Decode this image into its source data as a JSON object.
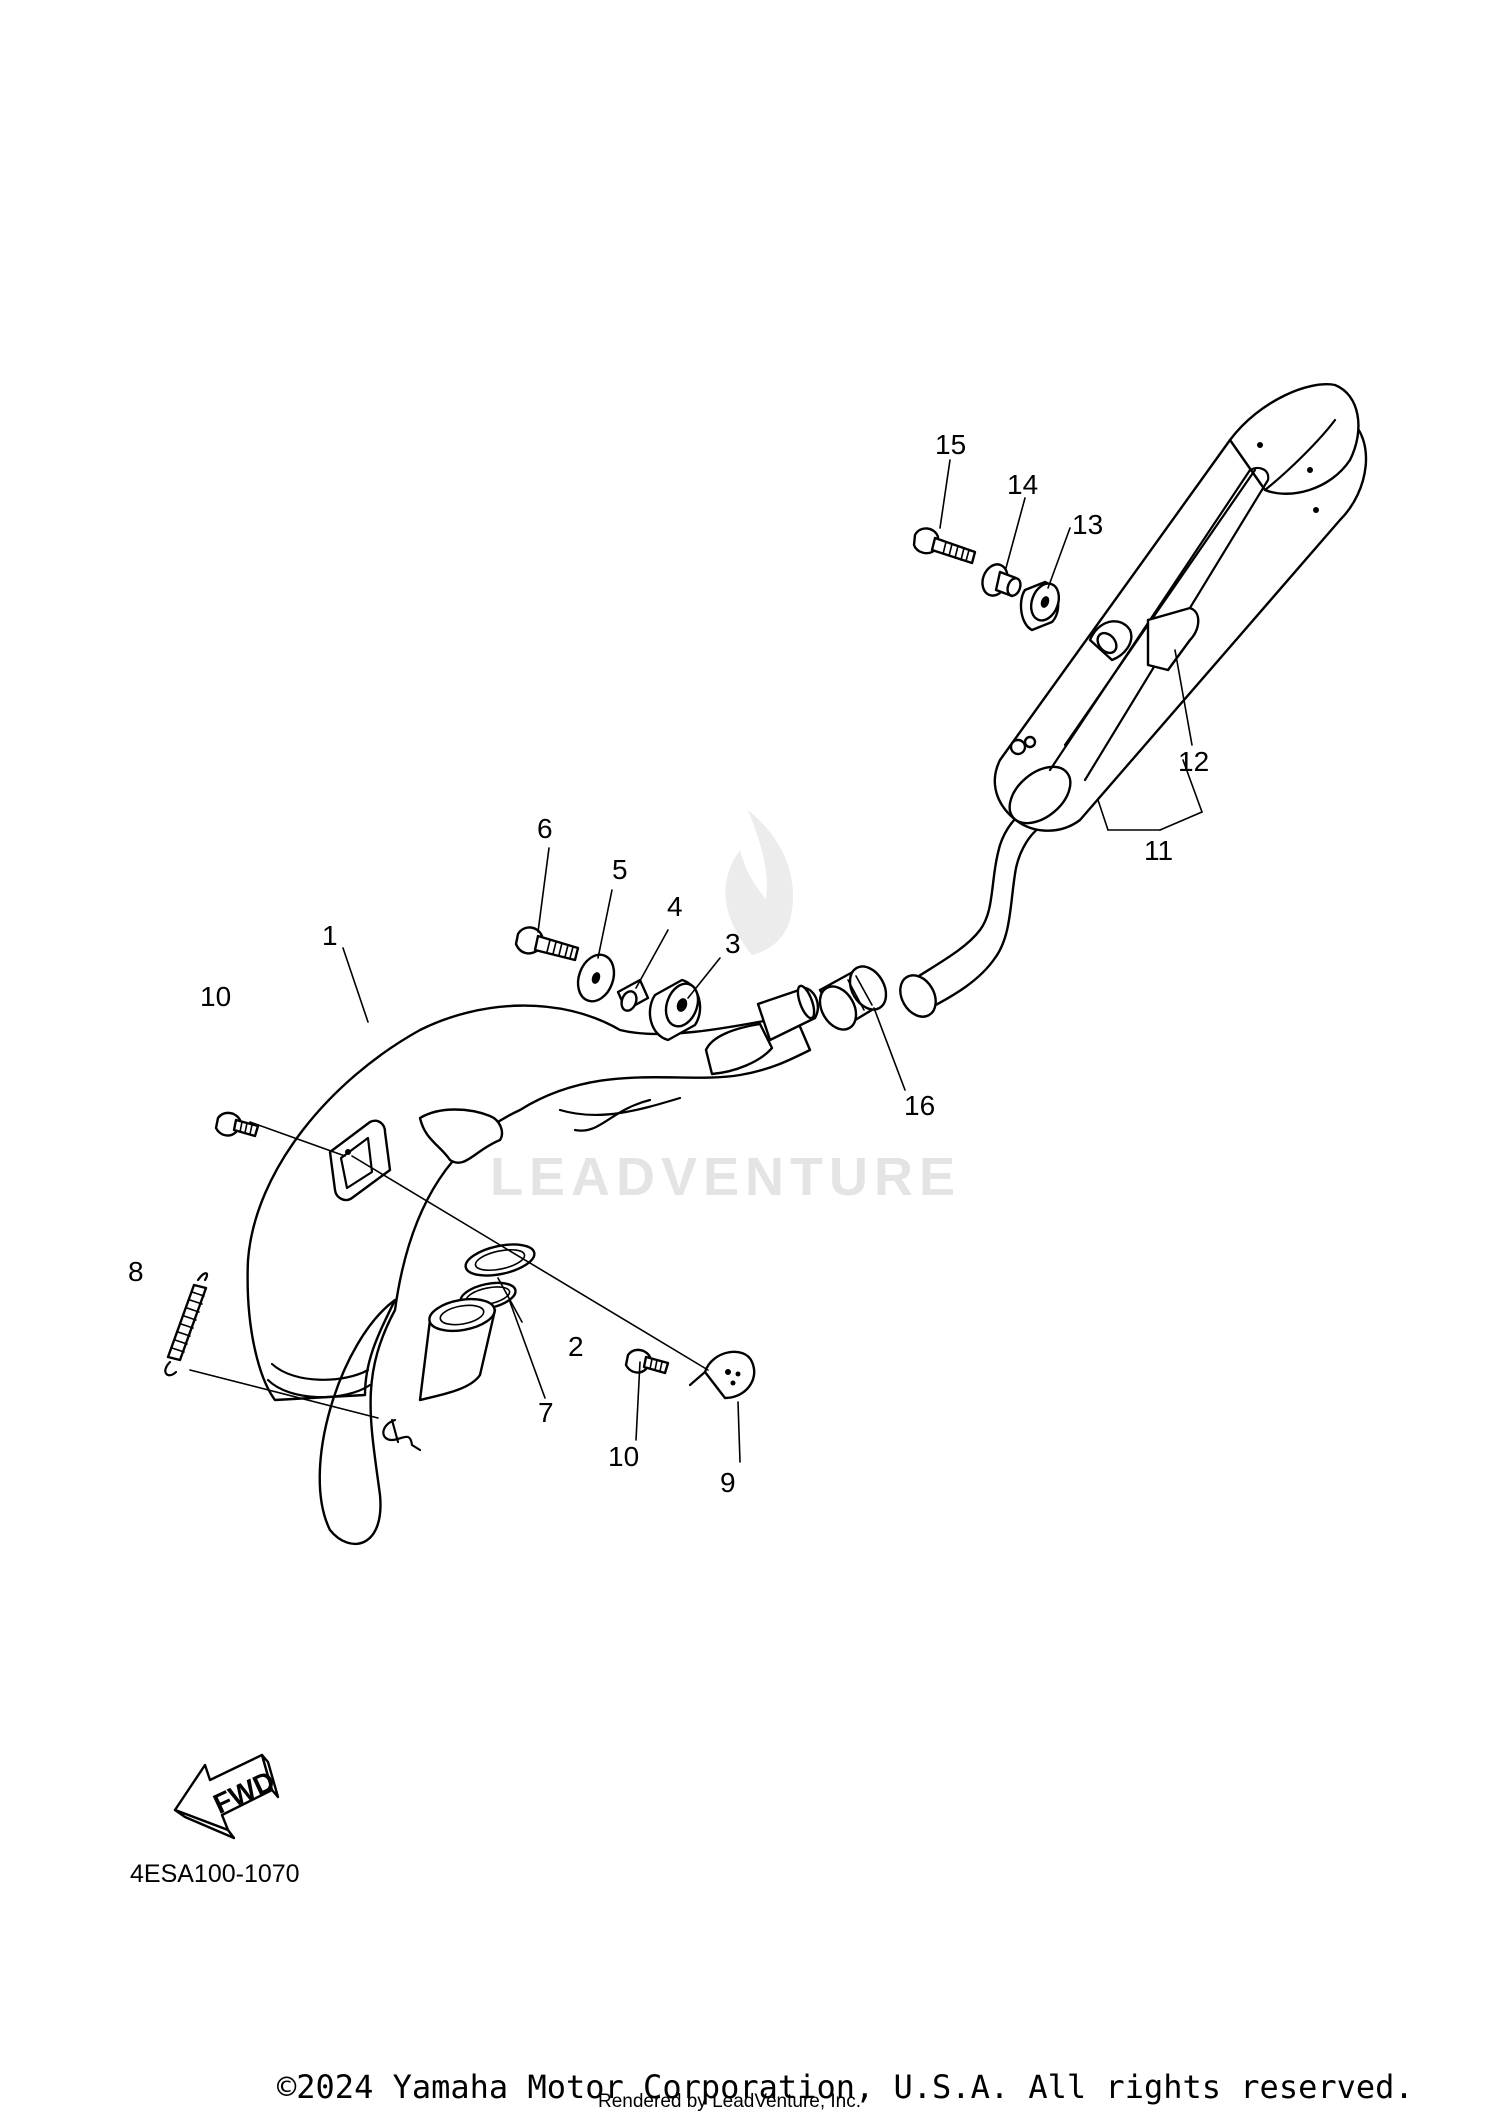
{
  "diagram": {
    "callouts": [
      {
        "id": "1",
        "label": "1"
      },
      {
        "id": "2",
        "label": "2"
      },
      {
        "id": "3",
        "label": "3"
      },
      {
        "id": "4",
        "label": "4"
      },
      {
        "id": "5",
        "label": "5"
      },
      {
        "id": "6",
        "label": "6"
      },
      {
        "id": "7",
        "label": "7"
      },
      {
        "id": "8",
        "label": "8"
      },
      {
        "id": "9",
        "label": "9"
      },
      {
        "id": "10a",
        "label": "10"
      },
      {
        "id": "10b",
        "label": "10"
      },
      {
        "id": "11",
        "label": "11"
      },
      {
        "id": "12",
        "label": "12"
      },
      {
        "id": "13",
        "label": "13"
      },
      {
        "id": "14",
        "label": "14"
      },
      {
        "id": "15",
        "label": "15"
      },
      {
        "id": "16",
        "label": "16"
      }
    ],
    "fwd_label": "FWD",
    "drawing_code": "4ESA100-1070"
  },
  "watermark": {
    "text": "LEADVENTURE",
    "color": "#e4e4e4"
  },
  "footer": {
    "copyright": "©2024 Yamaha Motor Corporation, U.S.A. All rights reserved.",
    "rendered_by": "Rendered by LeadVenture, Inc."
  }
}
